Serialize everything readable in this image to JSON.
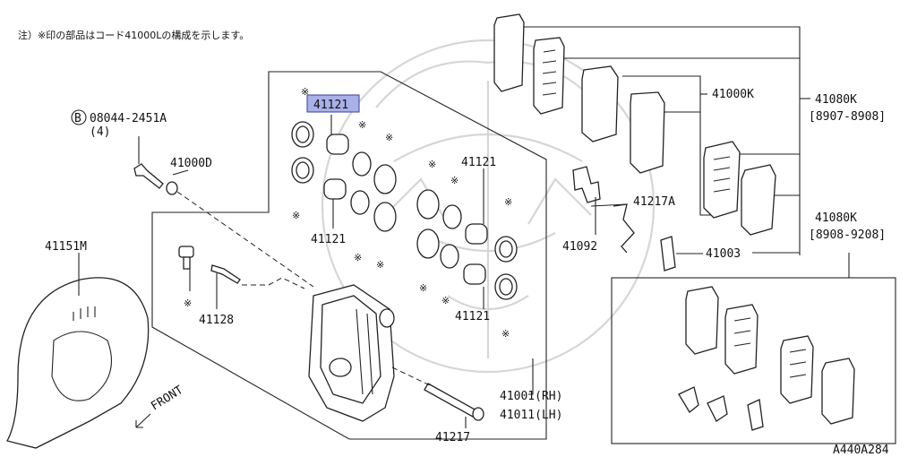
{
  "note": "注）※印の部品はコード41000Lの構成を示します。",
  "labels": {
    "bolt_code": "08044-2451A",
    "bolt_qty": "(4)",
    "b_mark": "B",
    "p41000D": "41000D",
    "p41151M": "41151M",
    "p41121_top": "41121",
    "p41121_left": "41121",
    "p41121_right_top": "41121",
    "p41121_right_bottom": "41121",
    "p41128": "41128",
    "p41000K": "41000K",
    "p41080K_a": "41080K",
    "p41080K_a_range": "[8907-8908]",
    "p41080K_b": "41080K",
    "p41080K_b_range": "[8908-9208]",
    "p41217A": "41217A",
    "p41092": "41092",
    "p41003": "41003",
    "p41001": "41001(RH)",
    "p41011": "41011(LH)",
    "p41217": "41217",
    "front": "FRONT",
    "figure_code": "A440A284"
  },
  "marks": {
    "kome": "※"
  }
}
